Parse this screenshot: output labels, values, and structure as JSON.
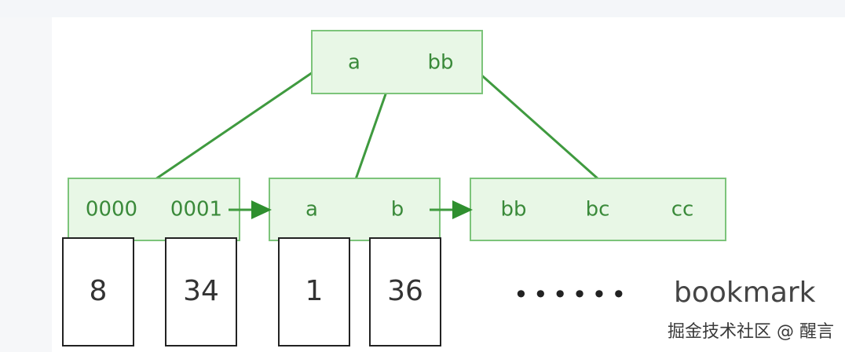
{
  "diagram": {
    "root": {
      "keys": [
        "a",
        "bb"
      ]
    },
    "leaves": [
      {
        "keys": [
          "0000",
          "0001"
        ]
      },
      {
        "keys": [
          "a",
          "b"
        ]
      },
      {
        "keys": [
          "bb",
          "bc",
          "cc"
        ]
      }
    ],
    "records": [
      "8",
      "34",
      "1",
      "36"
    ],
    "ellipsis": "••••••",
    "bookmark_label": "bookmark"
  },
  "colors": {
    "node_fill": "#e8f7e6",
    "node_stroke": "#7cc47a",
    "edge": "#3f9a3f",
    "key_text": "#3a8a3a"
  },
  "watermark": "掘金技术社区 @ 醒言"
}
